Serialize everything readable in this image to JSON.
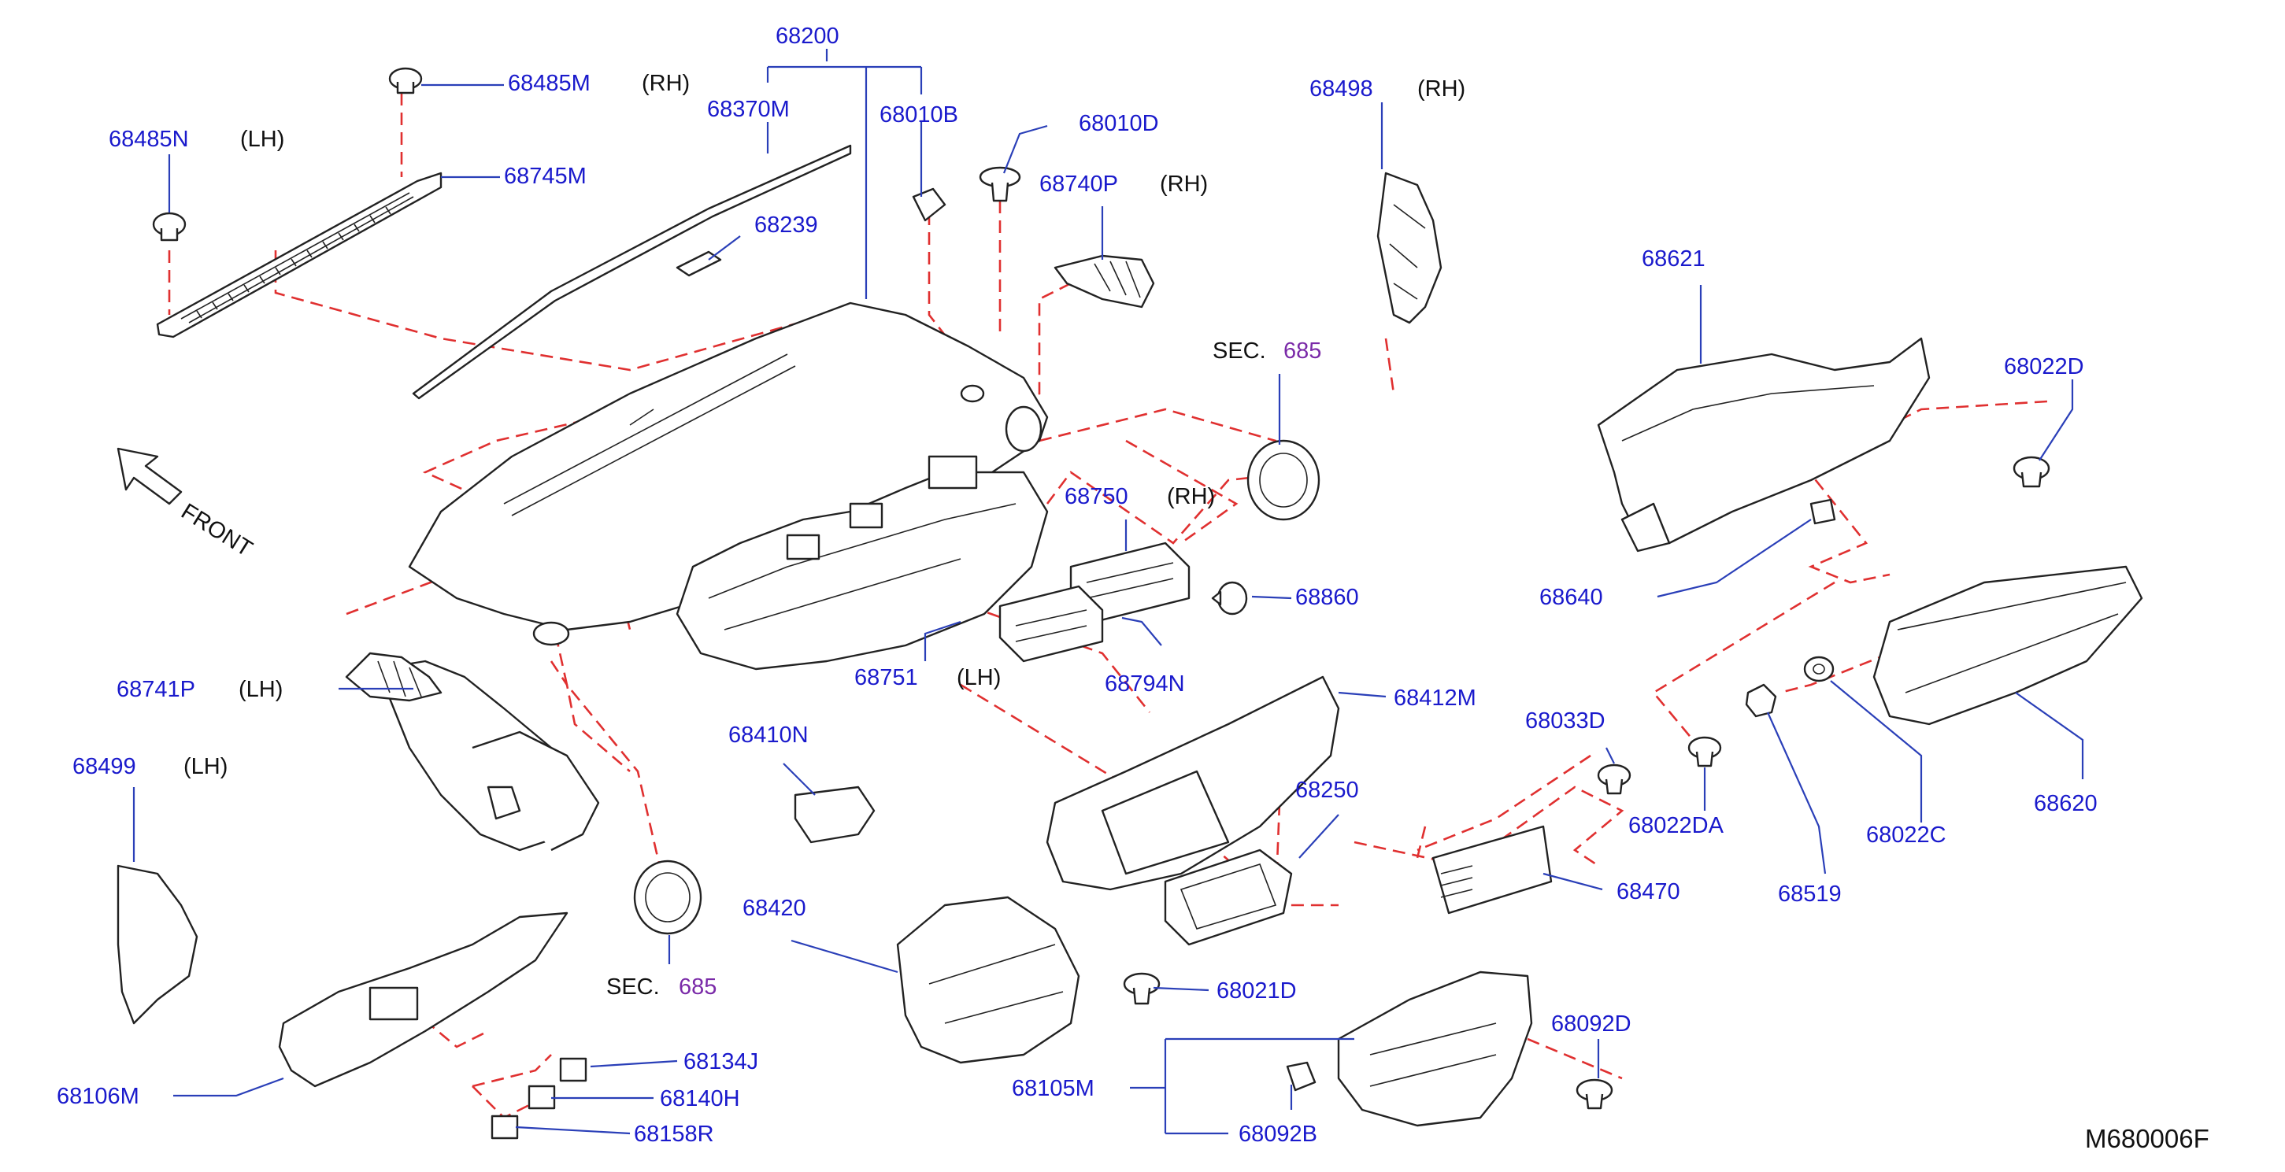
{
  "labels": {
    "p68200": "68200",
    "p68485M": "68485M",
    "p68370M": "68370M",
    "p68010B": "68010B",
    "p68010D": "68010D",
    "p68498": "68498",
    "p68485N": "68485N",
    "p68745M": "68745M",
    "p68740P": "68740P",
    "p68239": "68239",
    "p68621": "68621",
    "p68022D": "68022D",
    "p68750": "68750",
    "p68741P": "68741P",
    "p68751": "68751",
    "p68794N": "68794N",
    "p68412M": "68412M",
    "p68499": "68499",
    "p68410N": "68410N",
    "p68033D": "68033D",
    "p68022DA": "68022DA",
    "p68250": "68250",
    "p68022C": "68022C",
    "p68620": "68620",
    "p68470": "68470",
    "p68519": "68519",
    "p68420": "68420",
    "p68021D": "68021D",
    "p68092D": "68092D",
    "p68134J": "68134J",
    "p68140H": "68140H",
    "p68106M": "68106M",
    "p68105M": "68105M",
    "p68158R": "68158R",
    "p68092B": "68092B",
    "p68860": "68860",
    "p68640": "68640"
  },
  "qualifiers": {
    "rh": "(RH)",
    "lh": "(LH)"
  },
  "section_refs": {
    "prefix": "SEC.",
    "number": "685"
  },
  "front_label": "FRONT",
  "diagram_code": "M680006F",
  "colors": {
    "label_blue": "#1a1acc",
    "leader_blue": "#2a3fb8",
    "dash_red": "#e03030",
    "section_purple": "#7a2aa8",
    "line_black": "#222222"
  }
}
